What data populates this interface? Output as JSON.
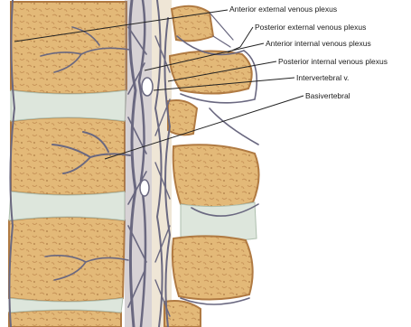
{
  "figure": {
    "labels": {
      "anterior_external": "Anterior external venous plexus",
      "posterior_external": "Posterior external venous plexus",
      "anterior_internal": "Anterior internal venous plexus",
      "posterior_internal": "Posterior internal venous plexus",
      "intervertebral": "Intervertebral v.",
      "basivertebral": "Basivertebral"
    },
    "colors": {
      "background": "#ffffff",
      "bone": "#e3b978",
      "bone_dark": "#c8955a",
      "cortex": "#b07a42",
      "disc": "#dde6dc",
      "vein": "#6a6880",
      "label_line": "#222222"
    }
  }
}
